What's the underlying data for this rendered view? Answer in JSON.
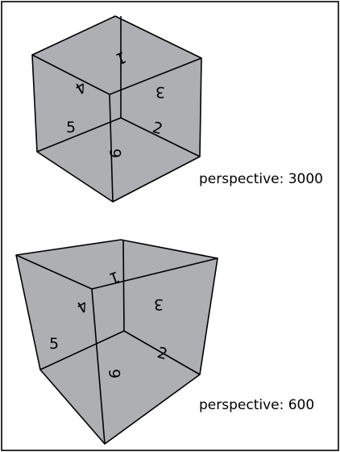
{
  "figure": {
    "cubes": [
      {
        "caption": "perspective: 3000",
        "labels": {
          "one": "1",
          "two": "2",
          "three": "3",
          "four": "4",
          "five": "5",
          "six": "6"
        }
      },
      {
        "caption": "perspective: 600",
        "labels": {
          "one": "1",
          "two": "2",
          "three": "3",
          "four": "4",
          "five": "5",
          "six": "6"
        }
      }
    ]
  }
}
